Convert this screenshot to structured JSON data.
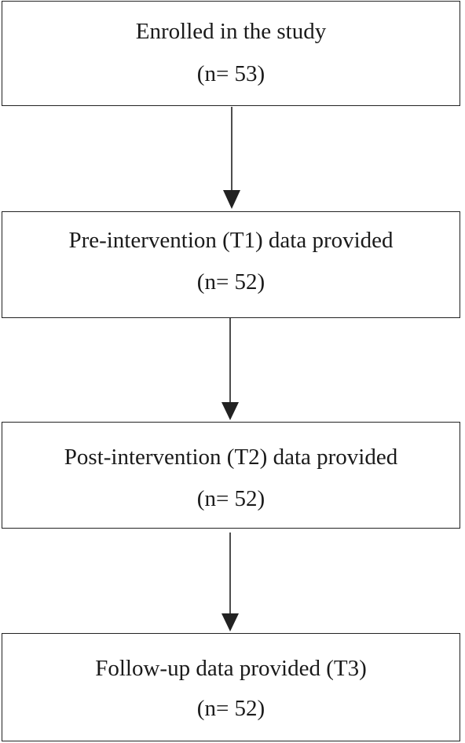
{
  "flowchart": {
    "steps": [
      {
        "label": "Enrolled in the study",
        "count": "(n= 53)"
      },
      {
        "label": "Pre-intervention (T1) data provided",
        "count": "(n= 52)"
      },
      {
        "label": "Post-intervention (T2) data provided",
        "count": "(n= 52)"
      },
      {
        "label": "Follow-up data provided (T3)",
        "count": "(n= 52)"
      }
    ],
    "colors": {
      "line": "#222222",
      "text": "#1a1a1a",
      "background": "#ffffff"
    }
  }
}
